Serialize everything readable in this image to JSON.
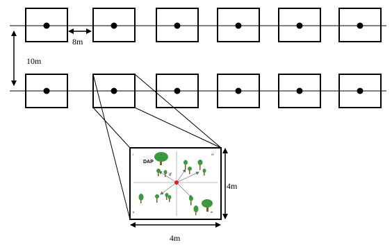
{
  "diagram": {
    "labels": {
      "plot_spacing": "8m",
      "line_spacing": "10m",
      "inset_height": "4m",
      "inset_width": "4m",
      "inset_dap": "DAP",
      "inset_distance": "d",
      "quadrant_1": "I",
      "quadrant_2": "II",
      "quadrant_3": "III",
      "quadrant_4": "IV"
    },
    "colors": {
      "line": "#000000",
      "center_point": "#000000",
      "inset_center": "#e02020",
      "dap_text": "#e02020",
      "tree_canopy": "#3a9b3a",
      "tree_trunk": "#8a5a2b"
    }
  }
}
